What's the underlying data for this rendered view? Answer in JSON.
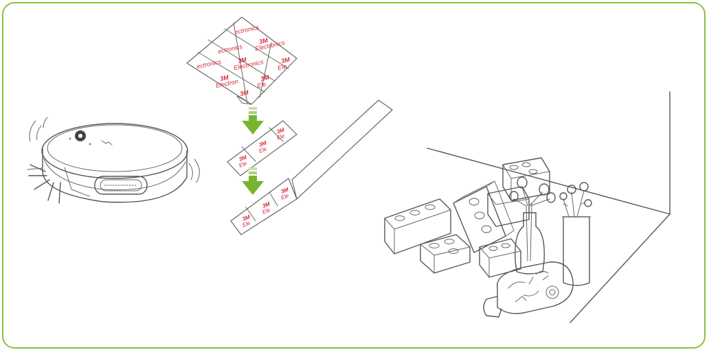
{
  "colors": {
    "frame_border": "#8cbf3f",
    "arrow_green": "#77b530",
    "brand_red": "#d9263a",
    "line_gray": "#555555"
  },
  "pad_labels": {
    "brand": "3M",
    "electronics_short": "Ele",
    "electronics_mid": "Electronics",
    "electronics_cut": "ectronics",
    "electronics_partial": "Electron"
  },
  "icons": [
    "robot-vacuum-icon",
    "adhesive-sheet-icon",
    "down-arrow-icon",
    "blocks-and-vases-illustration"
  ]
}
